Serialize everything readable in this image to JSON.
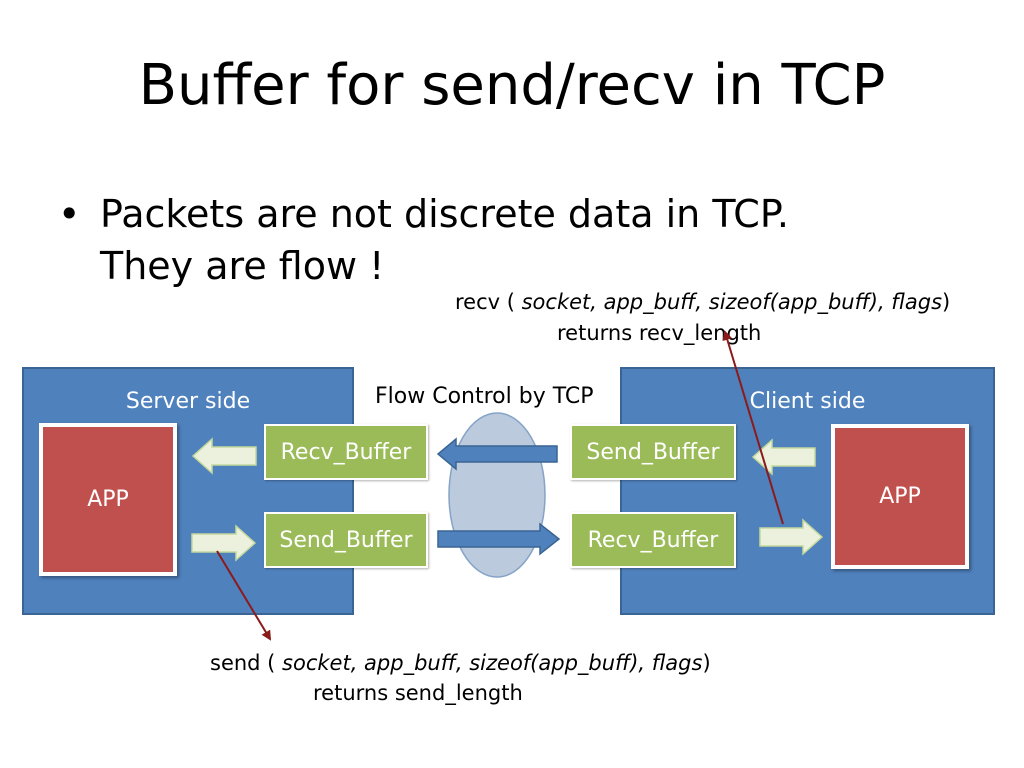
{
  "slide": {
    "title": "Buffer for send/recv in TCP",
    "bullet": {
      "marker": "•",
      "text": "Packets are not discrete data in TCP.\nThey are flow !"
    }
  },
  "diagram": {
    "server": {
      "label": "Server side",
      "app": "APP",
      "recv_buffer": "Recv_Buffer",
      "send_buffer": "Send_Buffer"
    },
    "client": {
      "label": "Client side",
      "app": "APP",
      "send_buffer": "Send_Buffer",
      "recv_buffer": "Recv_Buffer"
    },
    "flow_control_label": "Flow Control by TCP",
    "recv_call": {
      "prefix": "recv ( ",
      "args": "socket,  app_buff, sizeof(app_buff), flags",
      "suffix": ")",
      "returns": "returns recv_length"
    },
    "send_call": {
      "prefix": "send ( ",
      "args": "socket,  app_buff, sizeof(app_buff), flags",
      "suffix": ")",
      "returns": "returns send_length"
    }
  },
  "colors": {
    "side_box": "#4f81bd",
    "app": "#c0504d",
    "buffer": "#9bbb59",
    "arrow_light": "#ebf1dd",
    "pointer_line": "#8b1a1a"
  }
}
